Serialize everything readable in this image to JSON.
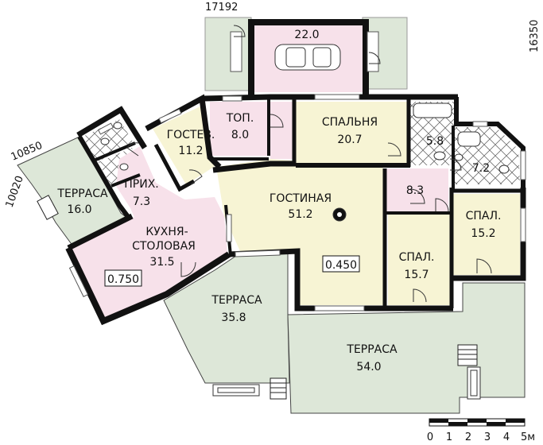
{
  "dimensions": {
    "top": "17192",
    "right": "16350",
    "left_a": "10850",
    "left_b": "10020"
  },
  "rooms": {
    "garage": {
      "area": "22.0"
    },
    "boiler": {
      "name": "ТОП.",
      "area": "8.0"
    },
    "bedroom_main": {
      "name": "СПАЛЬНЯ",
      "area": "20.7"
    },
    "guest": {
      "name": "ГОСТЕВ.",
      "area": "11.2"
    },
    "bath_a": {
      "area": "5.8"
    },
    "bath_b": {
      "area": "7.2"
    },
    "hall": {
      "name": "ПРИХ.",
      "area": "7.3"
    },
    "terrace_left": {
      "name": "ТЕРРАСА",
      "area": "16.0"
    },
    "living": {
      "name": "ГОСТИНАЯ",
      "area": "51.2"
    },
    "corridor": {
      "area": "8.3"
    },
    "kitchen": {
      "name_1": "КУХНЯ-",
      "name_2": "СТОЛОВАЯ",
      "area": "31.5"
    },
    "bedroom_a": {
      "name": "СПАЛ.",
      "area": "15.7"
    },
    "bedroom_b": {
      "name": "СПАЛ.",
      "area": "15.2"
    },
    "terrace_mid": {
      "name": "ТЕРРАСА",
      "area": "35.8"
    },
    "terrace_big": {
      "name": "ТЕРРАСА",
      "area": "54.0"
    }
  },
  "levels": {
    "kitchen": "0.750",
    "living": "0.450"
  },
  "scale": {
    "ticks": [
      "0",
      "1",
      "2",
      "3",
      "4",
      "5м"
    ]
  },
  "colors": {
    "wall": "#111111",
    "terrace": "#dde7d8",
    "pink": "#f7e1ea",
    "cream": "#f7f4d4",
    "tile": "#ffffff"
  }
}
